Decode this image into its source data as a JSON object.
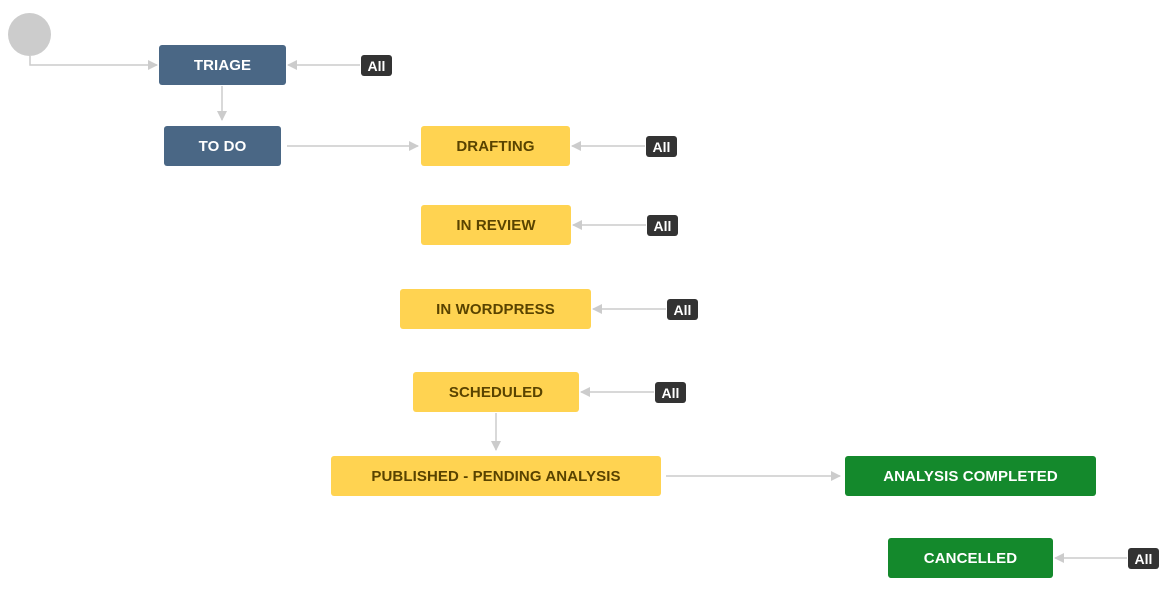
{
  "colors": {
    "todo": "#4a6785",
    "in_progress": "#ffd351",
    "in_progress_text": "#594300",
    "done": "#14892c",
    "badge": "#333333",
    "arrow": "#cccccc",
    "start": "#cccccc"
  },
  "statuses": {
    "triage": "TRIAGE",
    "todo": "TO DO",
    "drafting": "DRAFTING",
    "in_review": "IN REVIEW",
    "in_wordpress": "IN WORDPRESS",
    "scheduled": "SCHEDULED",
    "published": "PUBLISHED - PENDING ANALYSIS",
    "analysis_completed": "ANALYSIS COMPLETED",
    "cancelled": "CANCELLED"
  },
  "global_badge": "All"
}
